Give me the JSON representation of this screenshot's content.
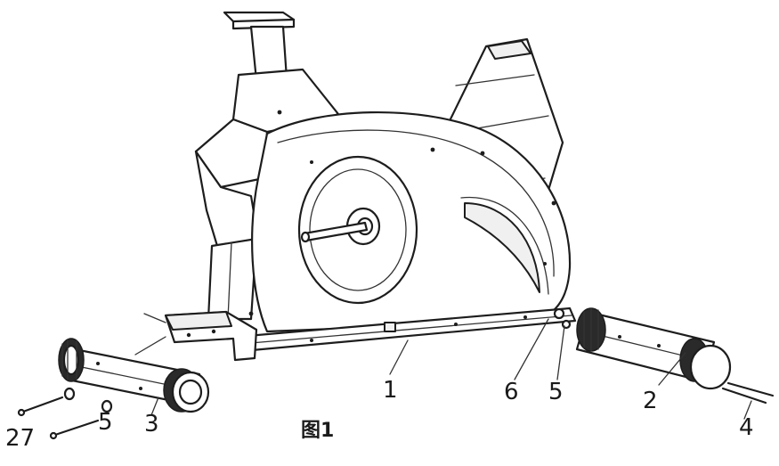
{
  "figure": {
    "caption": "图1",
    "callouts": [
      {
        "id": "c-27",
        "text": "27"
      },
      {
        "id": "c-5-left",
        "text": "5"
      },
      {
        "id": "c-3",
        "text": "3"
      },
      {
        "id": "c-1",
        "text": "1"
      },
      {
        "id": "c-6",
        "text": "6"
      },
      {
        "id": "c-5-right",
        "text": "5"
      },
      {
        "id": "c-2",
        "text": "2"
      },
      {
        "id": "c-4",
        "text": "4"
      }
    ]
  }
}
